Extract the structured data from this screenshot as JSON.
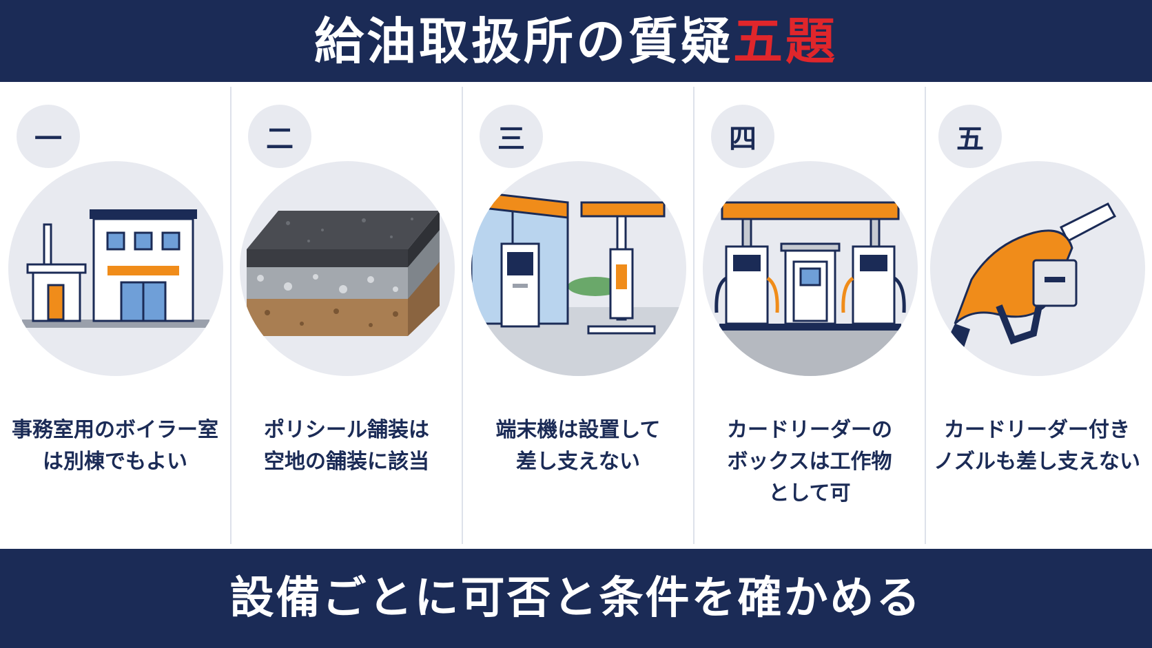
{
  "header": {
    "title_main": "給油取扱所の質疑",
    "title_accent": "五題"
  },
  "colors": {
    "navy": "#1b2b56",
    "accent_red": "#e0262b",
    "orange": "#f08c1a",
    "circle_bg": "#e8eaf0"
  },
  "panels": [
    {
      "number": "一",
      "icon": "office-building-icon",
      "caption_lines": [
        "事務室用のボイラー室",
        "は別棟でもよい"
      ]
    },
    {
      "number": "二",
      "icon": "pavement-layers-icon",
      "caption_lines": [
        "ポリシール舗装は",
        "空地の舗装に該当"
      ]
    },
    {
      "number": "三",
      "icon": "terminal-kiosk-icon",
      "caption_lines": [
        "端末機は設置して",
        "差し支えない"
      ]
    },
    {
      "number": "四",
      "icon": "fuel-station-canopy-icon",
      "caption_lines": [
        "カードリーダーの",
        "ボックスは工作物",
        "として可"
      ]
    },
    {
      "number": "五",
      "icon": "fuel-nozzle-icon",
      "caption_lines": [
        "カードリーダー付き",
        "ノズルも差し支えない"
      ]
    }
  ],
  "footer": {
    "text": "設備ごとに可否と条件を確かめる"
  }
}
